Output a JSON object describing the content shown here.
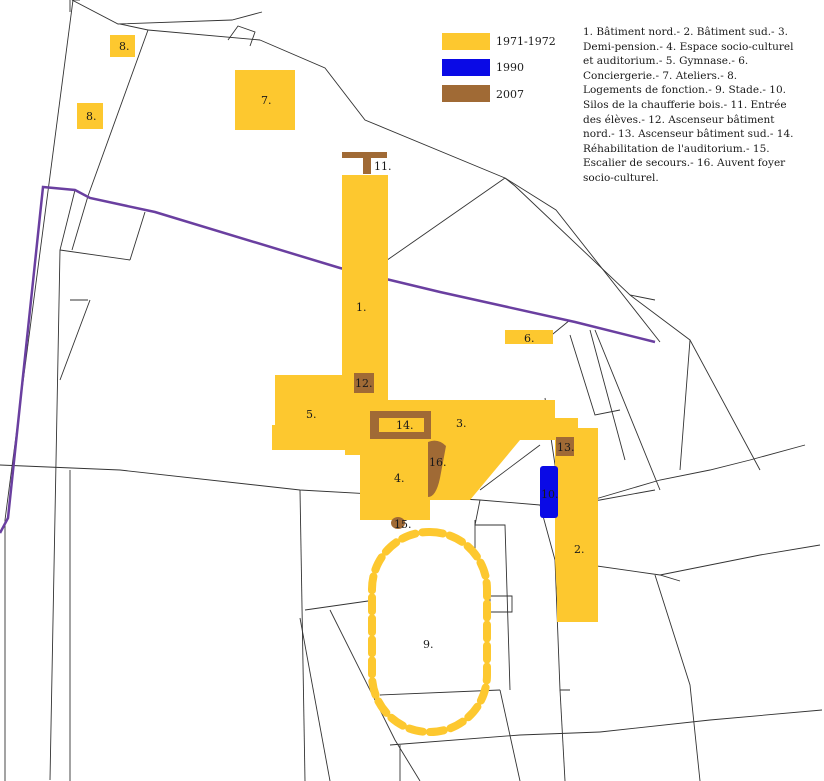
{
  "colors": {
    "period_1971": "#FDC82F",
    "period_1990": "#0A0AE6",
    "period_2007": "#A06A35",
    "boundary": "#6A3FA0",
    "parcel_line": "#333333"
  },
  "legend": {
    "items": [
      {
        "label": "1971-1972",
        "color": "#FDC82F"
      },
      {
        "label": "1990",
        "color": "#0A0AE6"
      },
      {
        "label": "2007",
        "color": "#A06A35"
      }
    ],
    "description": "1. Bâtiment nord.- 2. Bâtiment sud.- 3. Demi-pension.- 4. Espace socio-culturel et auditorium.- 5. Gymnase.- 6. Conciergerie.- 7. Ateliers.- 8. Logements de fonction.- 9. Stade.- 10. Silos de la chaufferie bois.- 11. Entrée des élèves.- 12. Ascenseur bâtiment nord.- 13. Ascenseur bâtiment sud.- 14. Réhabilitation de l'auditorium.- 15. Escalier de secours.- 16. Auvent foyer socio-culturel."
  },
  "labels": {
    "n1": "1.",
    "n2": "2.",
    "n3": "3.",
    "n4": "4.",
    "n5": "5.",
    "n6": "6.",
    "n7": "7.",
    "n8a": "8.",
    "n8b": "8.",
    "n9": "9.",
    "n10": "10.",
    "n11": "11.",
    "n12": "12.",
    "n13": "13.",
    "n14": "14.",
    "n15": "15.",
    "n16": "16."
  }
}
